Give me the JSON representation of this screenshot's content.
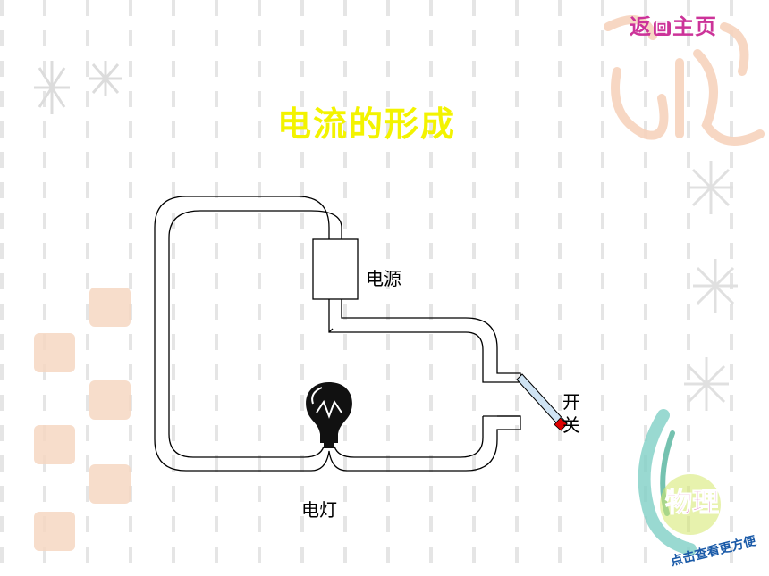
{
  "title": "电流的形成",
  "nav": {
    "label_before": "返",
    "label_small": "回",
    "label_after": "主页"
  },
  "labels": {
    "power": "电源",
    "lamp": "电灯",
    "switch": "开关"
  },
  "logo": {
    "main": "物理",
    "caption": "点击查看更方便"
  },
  "colors": {
    "title": "#f3f300",
    "nav": "#cc3399",
    "wire": "#000000",
    "switch_contact": "#dd0000",
    "switch_lever": "#cfe3f3"
  },
  "icons": [
    "lightbulb-icon",
    "battery-icon",
    "switch-icon",
    "snowflake-icon"
  ]
}
